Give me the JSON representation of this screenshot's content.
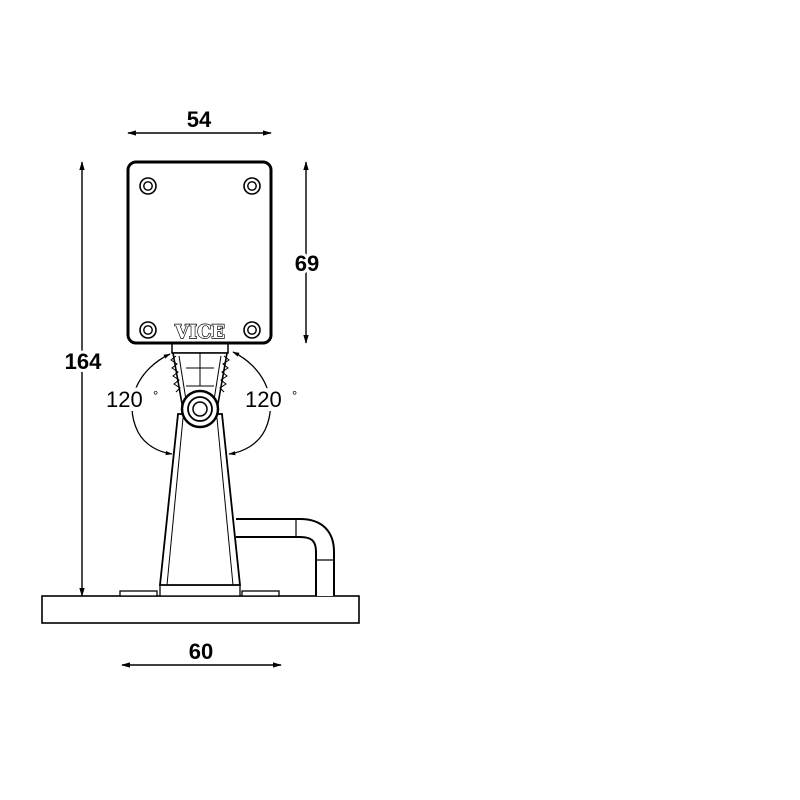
{
  "dimensions": {
    "plate_width": "54",
    "plate_height": "69",
    "total_height": "164",
    "base_width": "60"
  },
  "angles": {
    "left": "120",
    "right": "120",
    "unit_symbol": "°"
  },
  "logo": {
    "text": "VICE"
  },
  "colors": {
    "line": "#000000",
    "fill": "#ffffff"
  }
}
